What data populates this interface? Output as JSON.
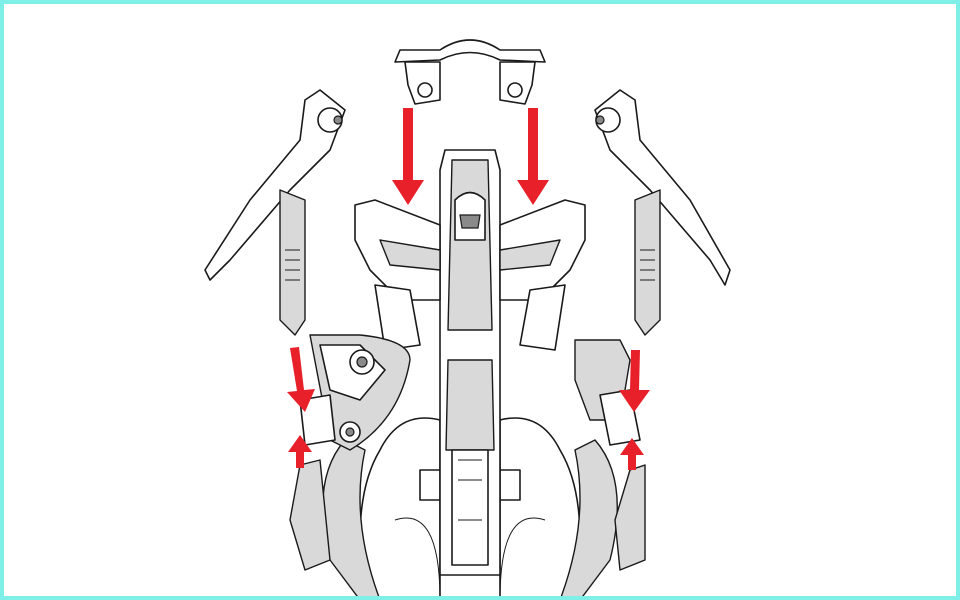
{
  "colors": {
    "border": "#7ff0e8",
    "arrow": "#e8202a",
    "line_art": "#1a1a1a",
    "shade": "#d9d9d9"
  },
  "arrows": [
    {
      "part": "top-clip-left",
      "direction": "down"
    },
    {
      "part": "top-clip-right",
      "direction": "down"
    },
    {
      "part": "left-wing",
      "direction": "down"
    },
    {
      "part": "left-lower-arm",
      "direction": "up"
    },
    {
      "part": "right-wing",
      "direction": "down"
    },
    {
      "part": "right-lower-arm",
      "direction": "up"
    }
  ]
}
